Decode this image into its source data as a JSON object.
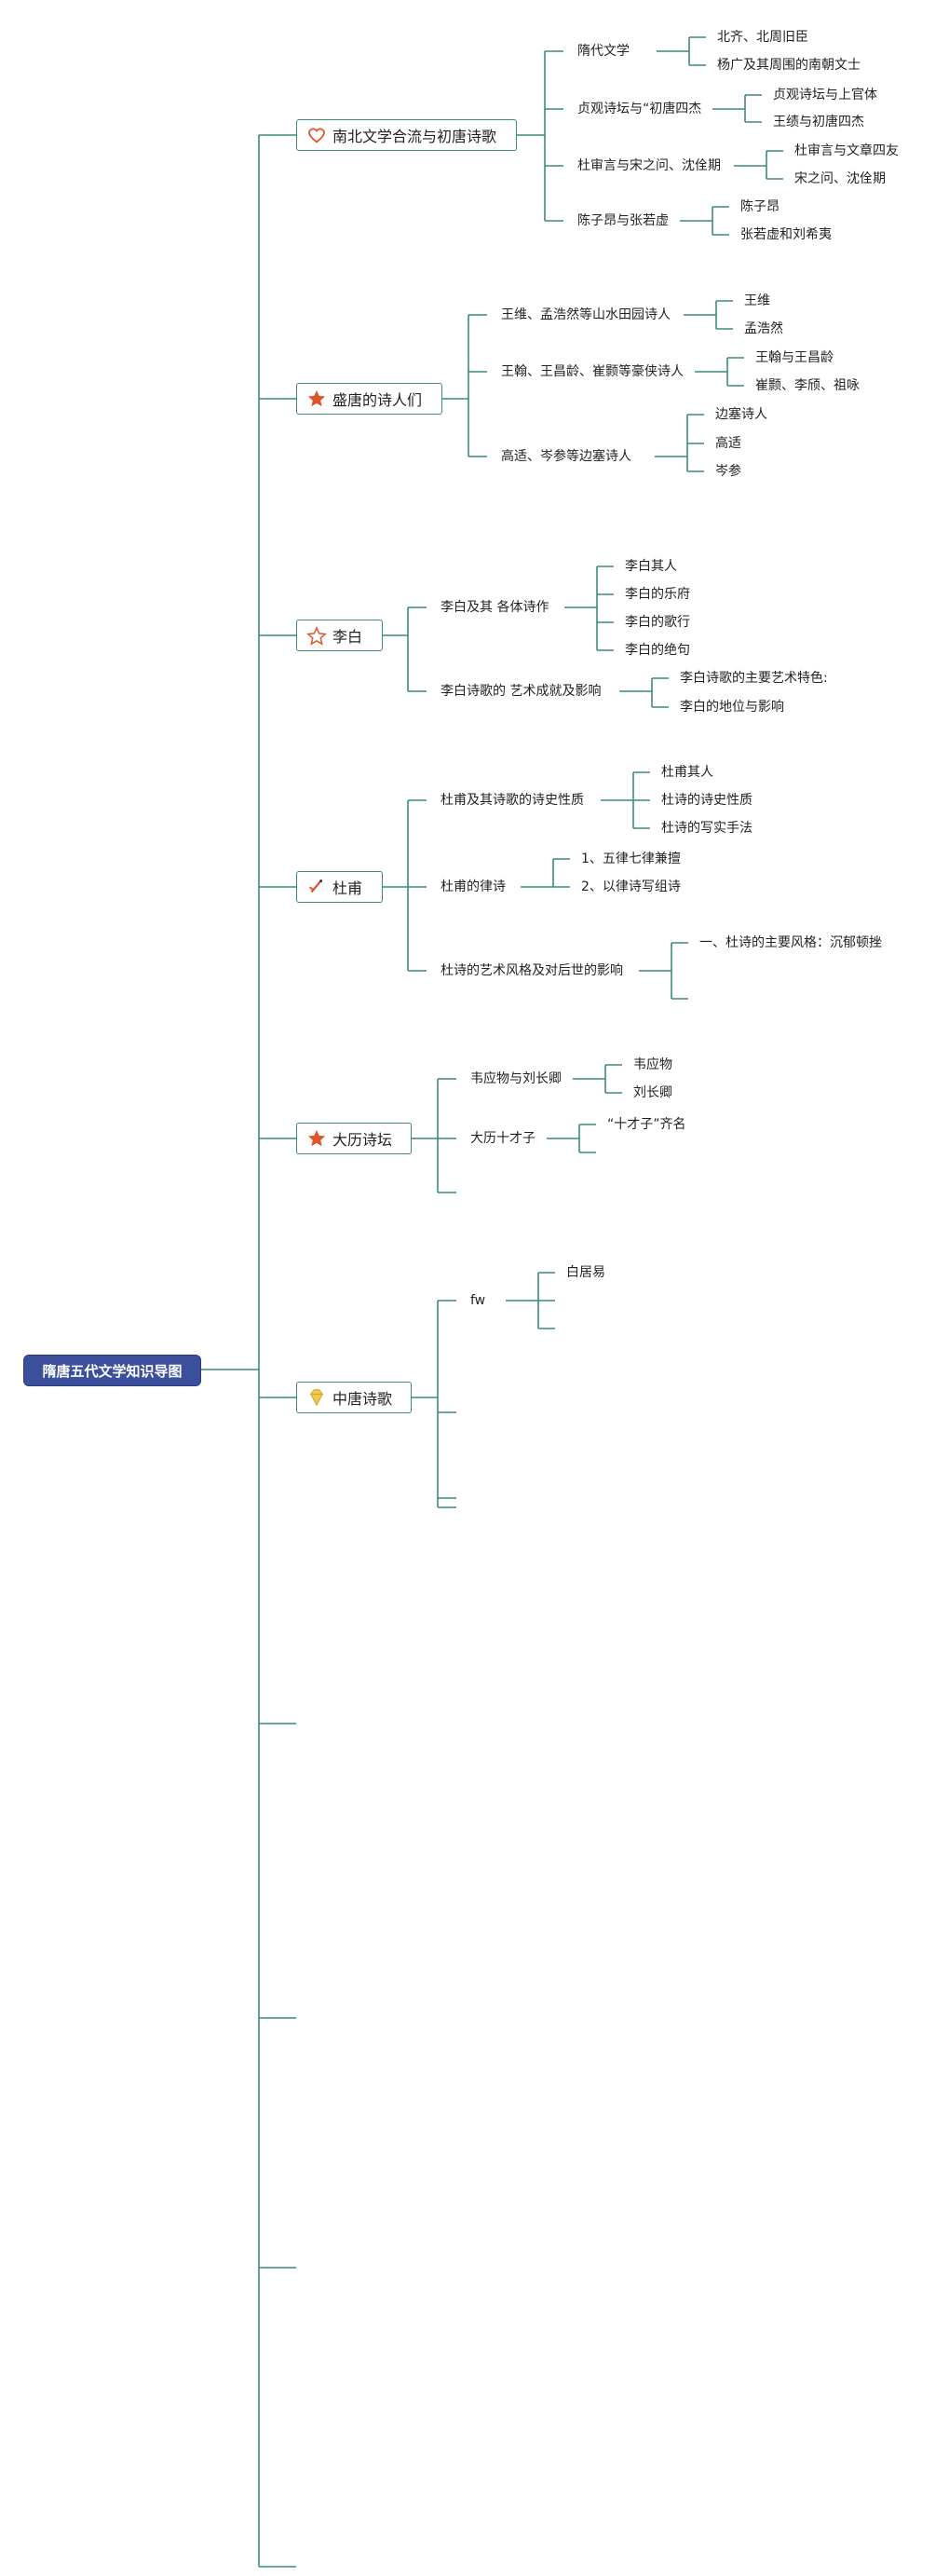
{
  "root": "隋唐五代文学知识导图",
  "topics": [
    {
      "label": "南北文学合流与初唐诗歌",
      "icon": "heart-icon",
      "subs": [
        {
          "label": "隋代文学",
          "items": [
            "北齐、北周旧臣",
            "杨广及其周围的南朝文士"
          ]
        },
        {
          "label": "贞观诗坛与“初唐四杰",
          "items": [
            "贞观诗坛与上官体",
            "王绩与初唐四杰"
          ]
        },
        {
          "label": "杜审言与宋之问、沈佺期",
          "items": [
            "杜审言与文章四友",
            "宋之问、沈佺期"
          ]
        },
        {
          "label": "陈子昂与张若虚",
          "items": [
            "陈子昂",
            "张若虚和刘希夷"
          ]
        }
      ]
    },
    {
      "label": "盛唐的诗人们",
      "icon": "star-filled-icon",
      "subs": [
        {
          "label": "王维、孟浩然等山水田园诗人",
          "items": [
            "王维",
            "孟浩然"
          ]
        },
        {
          "label": "王翰、王昌龄、崔颢等豪侠诗人",
          "items": [
            "王翰与王昌龄",
            "崔颢、李颀、祖咏"
          ]
        },
        {
          "label": "高适、岑参等边塞诗人",
          "items": [
            "边塞诗人",
            "高适",
            "岑参"
          ]
        }
      ]
    },
    {
      "label": "李白",
      "icon": "star-outline-icon",
      "subs": [
        {
          "label": "李白及其 各体诗作",
          "items": [
            "李白其人",
            "李白的乐府",
            "李白的歌行",
            "李白的绝句"
          ]
        },
        {
          "label": "李白诗歌的 艺术成就及影响",
          "items": [
            "李白诗歌的主要艺术特色:",
            "李白的地位与影响"
          ]
        }
      ]
    },
    {
      "label": "杜甫",
      "icon": "pen-icon",
      "subs": [
        {
          "label": "杜甫及其诗歌的诗史性质",
          "items": [
            "杜甫其人",
            "杜诗的诗史性质",
            "杜诗的写实手法"
          ]
        },
        {
          "label": "杜甫的律诗",
          "items": [
            "1、五律七律兼擅",
            "2、以律诗写组诗"
          ]
        },
        {
          "label": "杜诗的艺术风格及对后世的影响",
          "items": [
            "一、杜诗的主要风格：沉郁顿挫",
            ""
          ]
        }
      ]
    },
    {
      "label": "大历诗坛",
      "icon": "star-filled-icon",
      "subs": [
        {
          "label": "韦应物与刘长卿",
          "items": [
            "韦应物",
            "刘长卿"
          ]
        },
        {
          "label": "大历十才子",
          "items": [
            "“十才子”齐名",
            ""
          ]
        },
        {
          "label": "",
          "items": []
        }
      ]
    },
    {
      "label": "中唐诗歌",
      "icon": "gem-icon",
      "subs": [
        {
          "label": "fw",
          "items": [
            "白居易",
            "",
            ""
          ]
        },
        {
          "label": "",
          "items": []
        },
        {
          "label": "",
          "items": []
        },
        {
          "label": "",
          "items": []
        }
      ]
    }
  ],
  "colors": {
    "line": "#3d8a7c",
    "root_fill": "#3b4f9c",
    "icon_accent": "#e0542a",
    "gem": "#f2c94c"
  }
}
